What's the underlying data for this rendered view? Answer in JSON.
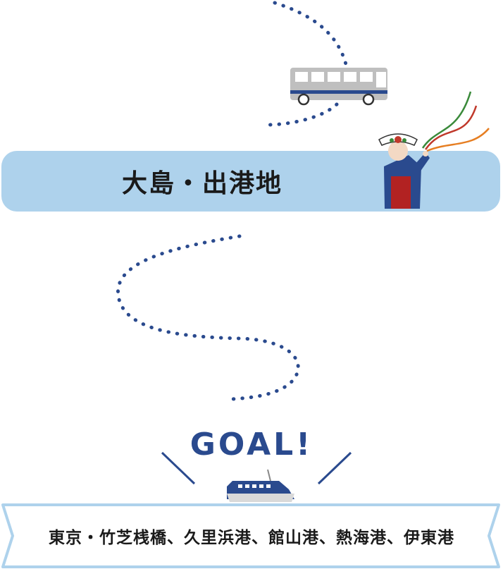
{
  "banner": {
    "title": "大島・出港地"
  },
  "goal": {
    "text": "GOAL!"
  },
  "destination": {
    "text": "東京・竹芝桟橋、久里浜港、館山港、熱海港、伊東港"
  },
  "icons": [
    "bus-icon",
    "dancer-illustration",
    "ship-icon"
  ],
  "colors": {
    "banner": "#aed2ec",
    "route_dots": "#2a4a8e",
    "goal_text": "#2a4a8e",
    "destination_border": "#aed2ec"
  }
}
